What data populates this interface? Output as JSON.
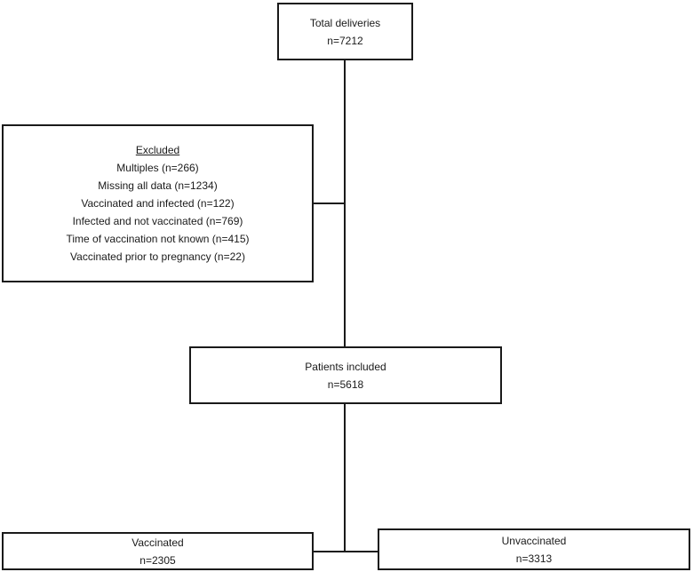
{
  "flowchart": {
    "total": {
      "title": "Total deliveries",
      "count": "n=7212"
    },
    "excluded": {
      "title": "Excluded",
      "items": [
        "Multiples (n=266)",
        "Missing all data (n=1234)",
        "Vaccinated and infected (n=122)",
        "Infected and not vaccinated (n=769)",
        "Time of vaccination not known (n=415)",
        "Vaccinated prior to pregnancy (n=22)"
      ]
    },
    "included": {
      "title": "Patients included",
      "count": "n=5618"
    },
    "vaccinated": {
      "title": "Vaccinated",
      "count": "n=2305"
    },
    "unvaccinated": {
      "title": "Unvaccinated",
      "count": "n=3313"
    }
  }
}
